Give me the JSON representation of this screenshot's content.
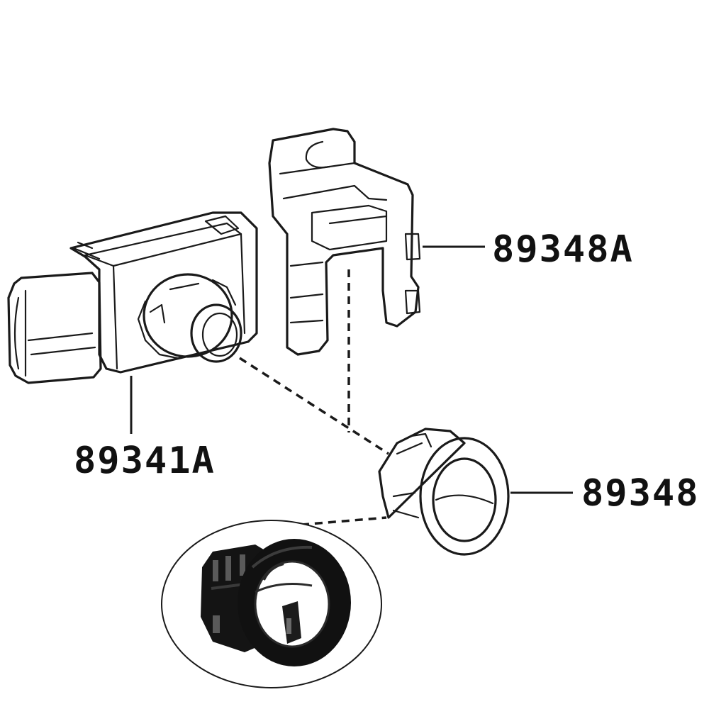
{
  "parts": {
    "sensor": {
      "number": "89341A",
      "icon": "parking-sensor-icon"
    },
    "retainer": {
      "number": "89348A",
      "icon": "sensor-retainer-bracket-icon"
    },
    "grommet": {
      "number": "89348",
      "icon": "sensor-grommet-ring-icon"
    }
  },
  "photo": {
    "icon": "black-grommet-photo-icon",
    "color": "#111111"
  },
  "colors": {
    "ink": "#1a1a1a",
    "background": "#ffffff"
  }
}
